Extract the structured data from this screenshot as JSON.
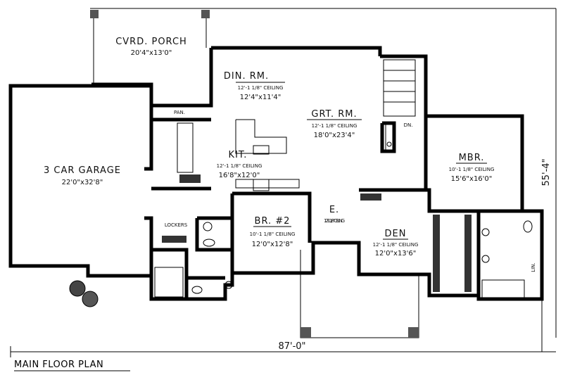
{
  "title": "MAIN FLOOR PLAN",
  "overall_width": "87'-0\"",
  "overall_depth": "55'-4\"",
  "rooms": [
    {
      "name": "CVRD. PORCH",
      "ceiling": "",
      "size": "20'4\"x13'0\""
    },
    {
      "name": "DIN. RM.",
      "ceiling": "12'-1 1/8\" CEILING",
      "size": "12'4\"x11'4\""
    },
    {
      "name": "GRT. RM.",
      "ceiling": "12'-1 1/8\" CEILING",
      "size": "18'0\"x23'4\""
    },
    {
      "name": "KIT.",
      "ceiling": "12'-1 1/8\" CEILING",
      "size": "16'8\"x12'0\""
    },
    {
      "name": "3 CAR GARAGE",
      "ceiling": "",
      "size": "22'0\"x32'8\""
    },
    {
      "name": "MBR.",
      "ceiling": "10'-1 1/8\" CEILING",
      "size": "15'6\"x16'0\""
    },
    {
      "name": "BR. #2",
      "ceiling": "10'-1 1/8\" CEILING",
      "size": "12'0\"x12'8\""
    },
    {
      "name": "E.",
      "ceiling": "12'-1 1/8\" CEILING",
      "size": ""
    },
    {
      "name": "DEN",
      "ceiling": "12'-1 1/8\" CEILING",
      "size": "12'0\"x13'6\""
    }
  ],
  "small_labels": {
    "pantry": "PAN.",
    "lockers": "LOCKERS",
    "linen": "LIN.",
    "down": "DN."
  }
}
